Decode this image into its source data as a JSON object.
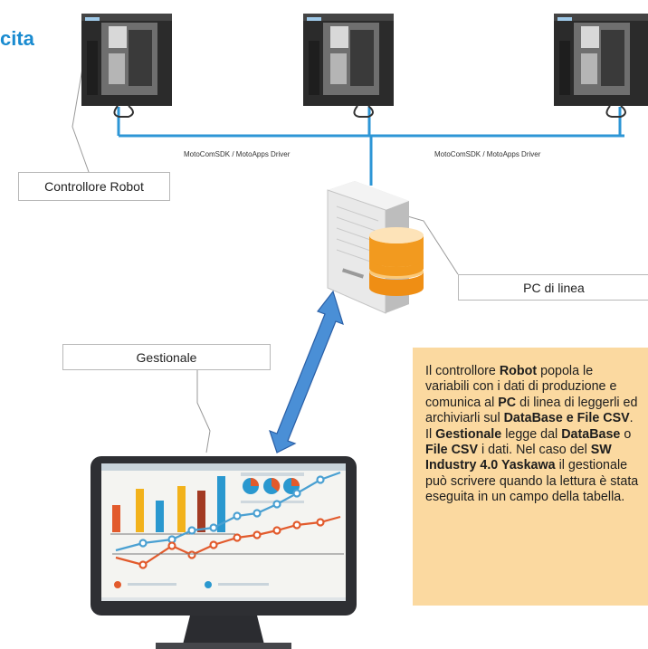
{
  "title_fragment": "cita",
  "labels": {
    "controller": "Controllore Robot",
    "pc": "PC di linea",
    "gestionale": "Gestionale"
  },
  "bus_labels": [
    "MotoComSDK / MotoApps Driver",
    "MotoComSDK / MotoApps Driver"
  ],
  "info_text": [
    {
      "t": "Il controllore ",
      "b": false
    },
    {
      "t": "Robot",
      "b": true
    },
    {
      "t": " popola le variabili con i dati di produzione e comunica al ",
      "b": false
    },
    {
      "t": "PC",
      "b": true
    },
    {
      "t": " di linea di leggerli ed archiviarli sul ",
      "b": false
    },
    {
      "t": "DataBase e File CSV",
      "b": true
    },
    {
      "t": ".",
      "b": false
    },
    {
      "br": true
    },
    {
      "t": "Il ",
      "b": false
    },
    {
      "t": "Gestionale",
      "b": true
    },
    {
      "t": " legge dal ",
      "b": false
    },
    {
      "t": "DataBase",
      "b": true
    },
    {
      "t": " o ",
      "b": false
    },
    {
      "t": "File CSV",
      "b": true
    },
    {
      "t": " i dati. Nel caso del ",
      "b": false
    },
    {
      "t": "SW Industry 4.0 Yaskawa",
      "b": true
    },
    {
      "t": " il gestionale può scrivere quando la lettura è stata eseguita in un campo della tabella.",
      "b": false
    }
  ],
  "colors": {
    "title": "#1a8bd0",
    "network": "#2d96d6",
    "arrow": "#4a8fd6",
    "info_bg": "#fbd9a0",
    "database": "#f29a1f"
  },
  "icons": [
    "robot-controller-cabinet-icon",
    "server-tower-icon",
    "database-icon",
    "monitor-icon",
    "bar-chart-icon",
    "line-chart-icon",
    "pie-chart-icon"
  ]
}
